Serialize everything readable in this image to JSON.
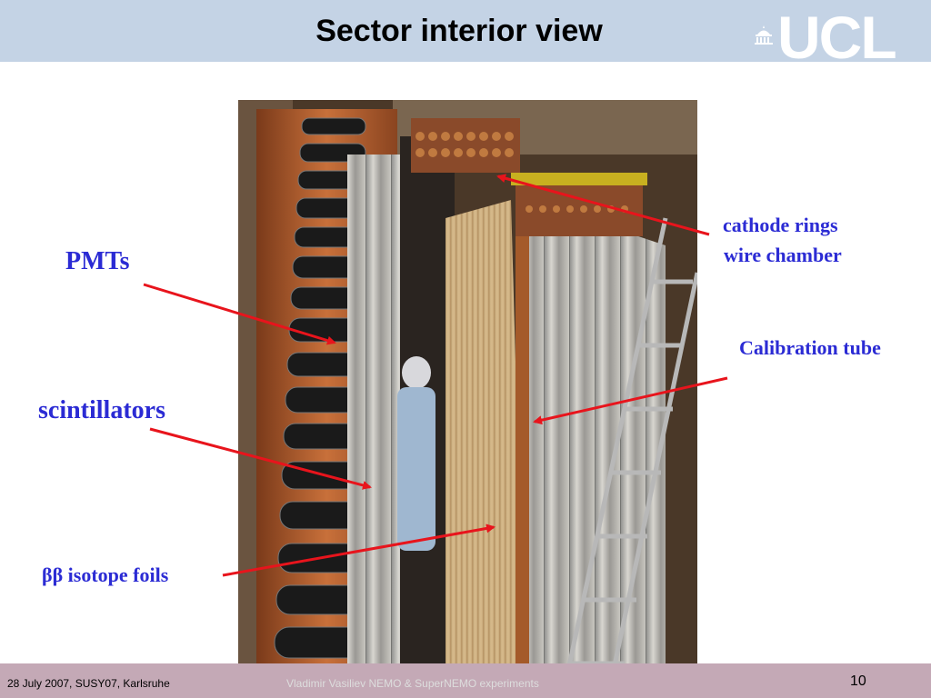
{
  "slide": {
    "title": "Sector interior view",
    "logo_text": "UCL",
    "page_number": "10"
  },
  "labels": {
    "pmts": "PMTs",
    "scintillators": "scintillators",
    "foils": "ββ isotope foils",
    "cathode_rings": "cathode rings",
    "wire_chamber": "wire chamber",
    "calibration_tube": "Calibration tube"
  },
  "footer": {
    "left": "28 July 2007, SUSY07, Karlsruhe",
    "center": "Vladimir Vasiliev NEMO & SuperNEMO experiments"
  },
  "colors": {
    "header_bg": "#c4d3e5",
    "footer_bg": "#c4a9b6",
    "label_text": "#2b2bd4",
    "arrow": "#e8141c"
  }
}
